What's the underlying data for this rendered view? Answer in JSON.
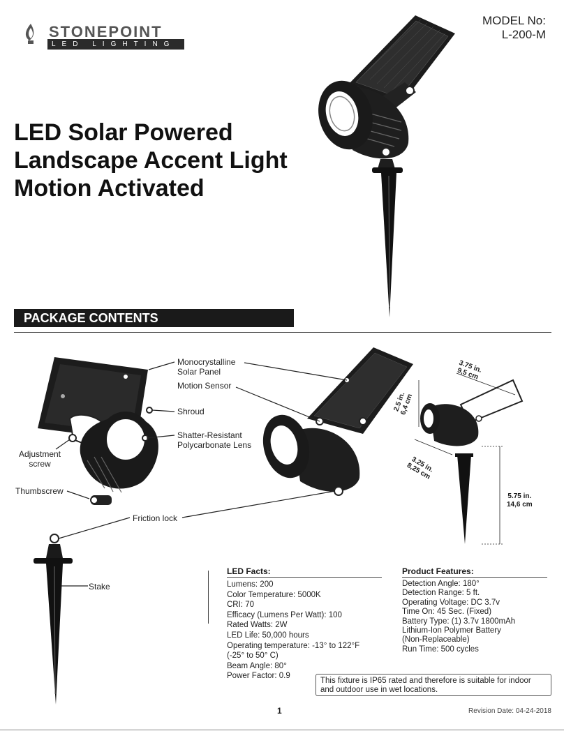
{
  "brand": {
    "name": "STONEPOINT",
    "tagline": "LED LIGHTING"
  },
  "model": {
    "line1": "MODEL No:",
    "line2": "L-200-M"
  },
  "title": {
    "line1": "LED Solar Powered",
    "line2": "Landscape Accent Light",
    "line3": "Motion Activated"
  },
  "section": {
    "heading": "PACKAGE CONTENTS"
  },
  "callouts": {
    "solar_panel": "Monocrystalline Solar Panel",
    "solar_panel_l1": "Monocrystalline",
    "solar_panel_l2": "Solar Panel",
    "motion_sensor": "Motion Sensor",
    "shroud": "Shroud",
    "lens_l1": "Shatter-Resistant",
    "lens_l2": "Polycarbonate Lens",
    "adjustment_l1": "Adjustment",
    "adjustment_l2": "screw",
    "thumbscrew": "Thumbscrew",
    "friction_lock": "Friction lock",
    "stake": "Stake"
  },
  "dimensions": {
    "width_in": "3.75 in.",
    "width_cm": "9,5 cm",
    "height_in": "2.5 in.",
    "height_cm": "6,4 cm",
    "depth_in": "3.25 in.",
    "depth_cm": "8,25 cm",
    "stake_in": "5.75 in.",
    "stake_cm": "14,6 cm"
  },
  "led_facts": {
    "heading": "LED Facts:",
    "items": [
      "Lumens: 200",
      "Color Temperature: 5000K",
      "CRI: 70",
      "Efficacy (Lumens Per Watt): 100",
      "Rated Watts: 2W",
      "LED Life: 50,000 hours",
      "Operating temperature: -13° to 122°F",
      "(-25° to 50° C)",
      "Beam Angle: 80°",
      "Power Factor: 0.9"
    ]
  },
  "product_features": {
    "heading": "Product Features:",
    "items": [
      "Detection Angle: 180°",
      "Detection Range: 5 ft.",
      "Operating Voltage: DC 3.7v",
      "Time On: 45 Sec. (Fixed)",
      "Battery Type: (1) 3.7v 1800mAh",
      "Lithium-Ion Polymer Battery",
      "(Non-Replaceable)",
      "Run Time: 500 cycles"
    ]
  },
  "notice": "This fixture is IP65 rated and therefore is suitable for indoor and outdoor use in wet locations.",
  "footer": {
    "page_number": "1",
    "revision": "Revision Date: 04-24-2018"
  }
}
